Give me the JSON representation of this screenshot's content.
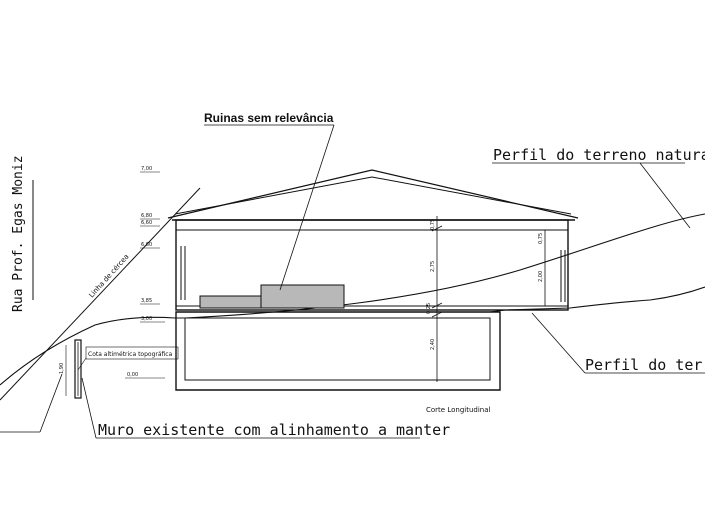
{
  "labels": {
    "ruins": "Ruinas sem relevância",
    "natural_terrain": "Perfil do terreno natural",
    "terrain_truncated": "Perfil do terreno",
    "street": "Rua Prof. Egas Moniz",
    "fence_line": "Linha de cércea",
    "topo_level": "Cota altimétrica topográfica",
    "existing_wall": "Muro existente com alinhamento a manter",
    "section_title": "Corte Longitudinal"
  },
  "level_marks": [
    "7,00",
    "6,80",
    "6,60",
    "6,60",
    "3,85",
    "3,00",
    "0,00"
  ],
  "dimensions": {
    "roof_height": "0,75",
    "upper_floor_height": "2,75",
    "slab": "0,25",
    "lower_floor_height": "2,40",
    "right_roof_height": "0,75",
    "right_wall_height": "2,00",
    "wall_height": "1,90"
  },
  "colors": {
    "line": "#111111",
    "ruin_fill": "#b8b8b8",
    "background": "#ffffff"
  }
}
